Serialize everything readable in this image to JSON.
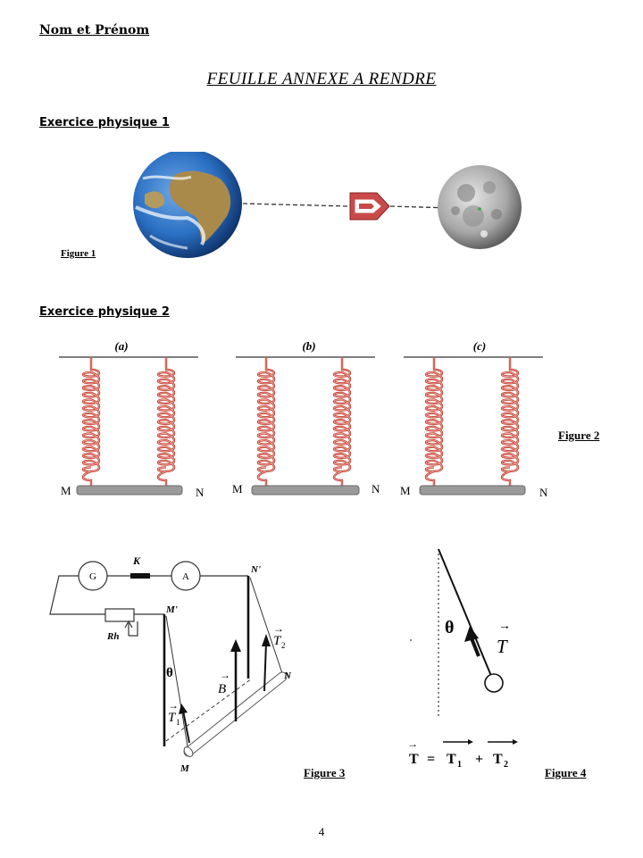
{
  "header": {
    "name_label": "Nom et Prénom"
  },
  "title": "FEUILLE ANNEXE A RENDRE",
  "exercise1": {
    "heading": "Exercice physique 1",
    "figure_label": "Figure 1"
  },
  "exercise2": {
    "heading": "Exercice physique 2",
    "figure2": {
      "label": "Figure 2",
      "panels": [
        {
          "tag": "(a)",
          "left_end": "M",
          "right_end": "N"
        },
        {
          "tag": "(b)",
          "left_end": "M",
          "right_end": "N"
        },
        {
          "tag": "(c)",
          "left_end": "M",
          "right_end": "N"
        }
      ]
    },
    "figure3": {
      "label": "Figure 3",
      "generator": "G",
      "switch": "K",
      "ammeter": "A",
      "rheostat": "Rh",
      "point_m_prime": "M'",
      "point_n_prime": "N'",
      "point_m": "M",
      "point_n": "N",
      "angle": "θ",
      "vec_b": "B",
      "vec_t1": "T",
      "vec_t1_sub": "1",
      "vec_t2": "T",
      "vec_t2_sub": "2"
    },
    "figure4": {
      "label": "Figure 4",
      "angle": "θ",
      "vec_t": "T",
      "eq_lhs": "T",
      "eq_eq": "=",
      "eq_t1": "T",
      "eq_t1_sub": "1",
      "eq_plus": "+",
      "eq_t2": "T",
      "eq_t2_sub": "2"
    }
  },
  "page_number": "4",
  "colors": {
    "spring": "#c0392b",
    "rod": "#9a9a9a",
    "ocean": "#2a6fc2",
    "land": "#a98a4b",
    "moon": "#9e9e9e",
    "rocket": "#c94a4a"
  }
}
